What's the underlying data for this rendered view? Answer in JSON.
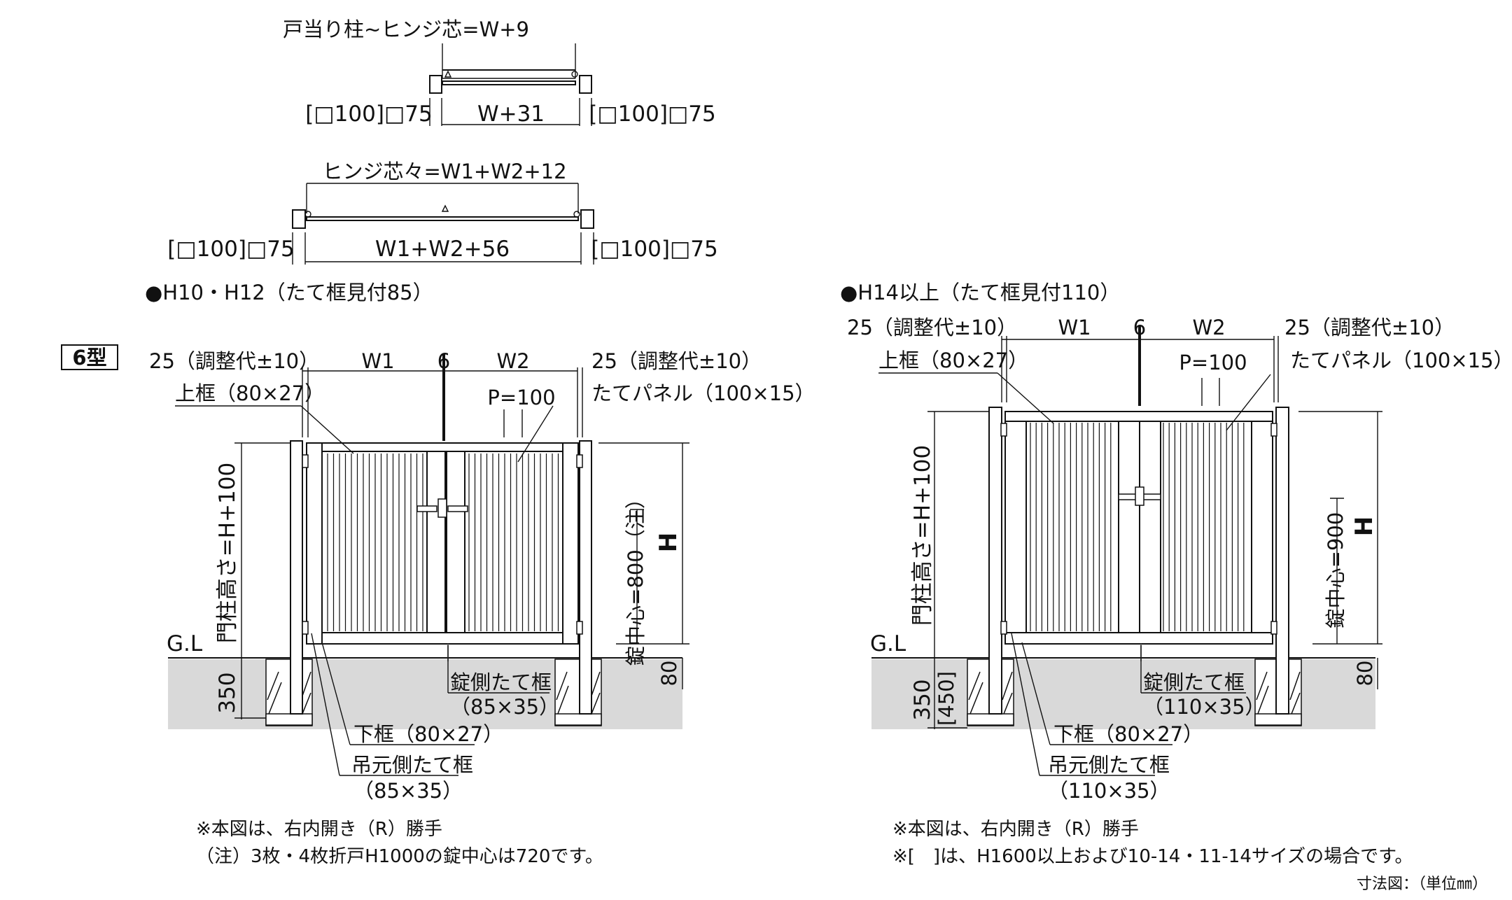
{
  "top_plans": {
    "single": {
      "dim_top": "戸当り柱~ヒンジ芯=W+9",
      "left_post": "[□100]□75",
      "center": "W+31",
      "right_post": "[□100]□75"
    },
    "double": {
      "dim_top": "ヒンジ芯々=W1+W2+12",
      "left_post": "[□100]□75",
      "center": "W1+W2+56",
      "right_post": "[□100]□75"
    }
  },
  "type_badge": "6型",
  "left_view": {
    "heading": "●H10・H12（たて框見付85）",
    "adjust_left": "25（調整代±10）",
    "w1": "W1",
    "gap": "6",
    "w2": "W2",
    "adjust_right": "25（調整代±10）",
    "top_frame": "上框（80×27）",
    "pitch": "P=100",
    "panel": "たてパネル（100×15）",
    "post_height": "門柱高さ=H+100",
    "lock_center": "錠中心=800（注）",
    "H": "H",
    "gl": "G.L",
    "depth": "350",
    "base": "80",
    "lock_stile": "錠側たて框",
    "lock_stile_size": "（85×35）",
    "bottom_frame": "下框（80×27）",
    "hinge_stile": "吊元側たて框",
    "hinge_stile_size": "（85×35）",
    "note1": "※本図は、右内開き（R）勝手",
    "note2": "（注）3枚・4枚折戸H1000の錠中心は720です。"
  },
  "right_view": {
    "heading": "●H14以上（たて框見付110）",
    "adjust_left": "25（調整代±10）",
    "w1": "W1",
    "gap": "6",
    "w2": "W2",
    "adjust_right": "25（調整代±10）",
    "top_frame": "上框（80×27）",
    "pitch": "P=100",
    "panel": "たてパネル（100×15）",
    "post_height": "門柱高さ=H+100",
    "lock_center": "錠中心=900",
    "H": "H",
    "gl": "G.L",
    "depth": "350",
    "depth_alt": "[450]",
    "base": "80",
    "lock_stile": "錠側たて框",
    "lock_stile_size": "（110×35）",
    "bottom_frame": "下框（80×27）",
    "hinge_stile": "吊元側たて框",
    "hinge_stile_size": "（110×35）",
    "note1": "※本図は、右内開き（R）勝手",
    "note2": "※[　]は、H1600以上および10-14・11-14サイズの場合です。"
  },
  "footer": "寸法図：（単位㎜）"
}
